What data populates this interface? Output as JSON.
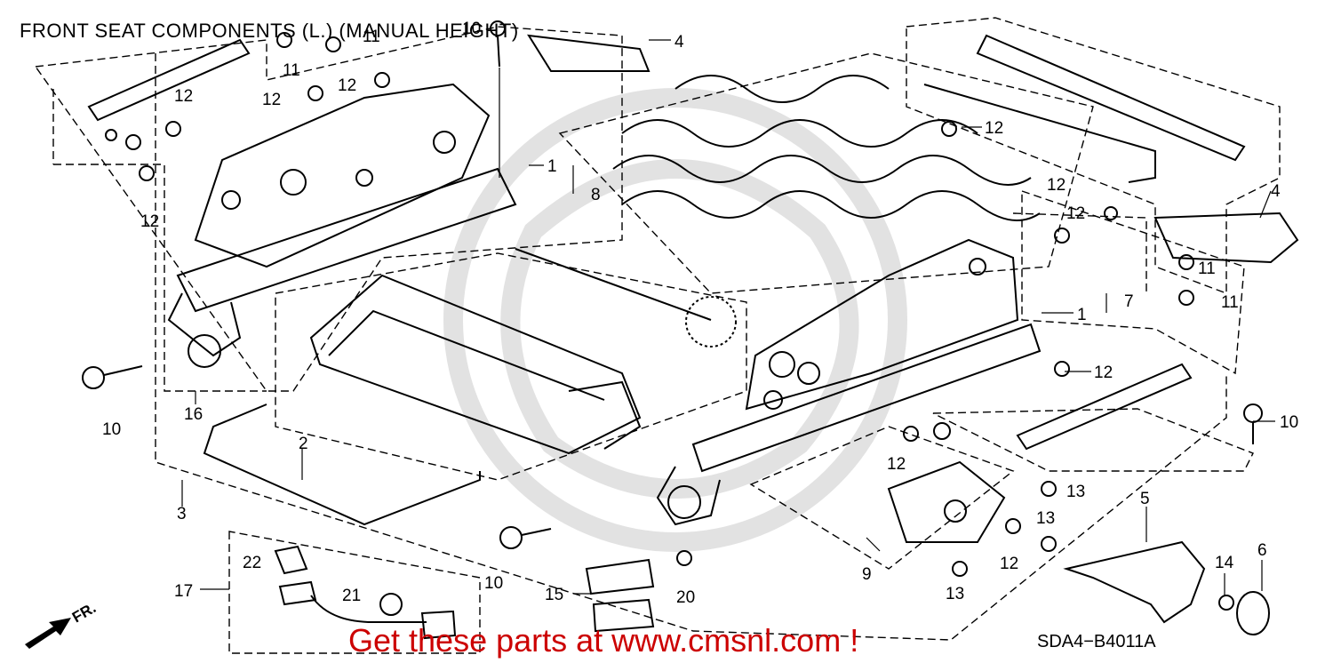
{
  "title": "FRONT SEAT COMPONENTS (L.) (MANUAL HEIGHT)",
  "diagram_code": "SDA4−B4011A",
  "promo": "Get these parts at www.cmsnl.com !",
  "direction_label": "FR.",
  "callouts": {
    "c1a": "1",
    "c1b": "1",
    "c2": "2",
    "c3": "3",
    "c4a": "4",
    "c4b": "4",
    "c5": "5",
    "c6": "6",
    "c7": "7",
    "c8": "8",
    "c9": "9",
    "c10a": "10",
    "c10b": "10",
    "c10c": "10",
    "c10d": "10",
    "c11a": "11",
    "c11b": "11",
    "c11c": "11",
    "c11d": "11",
    "c12a": "12",
    "c12b": "12",
    "c12c": "12",
    "c12d": "12",
    "c12e": "12",
    "c12f": "12",
    "c12g": "12",
    "c12h": "12",
    "c12i": "12",
    "c12j": "12",
    "c13a": "13",
    "c13b": "13",
    "c13c": "13",
    "c14": "14",
    "c15": "15",
    "c16": "16",
    "c17": "17",
    "c20": "20",
    "c21": "21",
    "c22": "22"
  },
  "colors": {
    "line": "#000000",
    "watermark": "#d9d9d9",
    "promo": "#cc0000"
  }
}
